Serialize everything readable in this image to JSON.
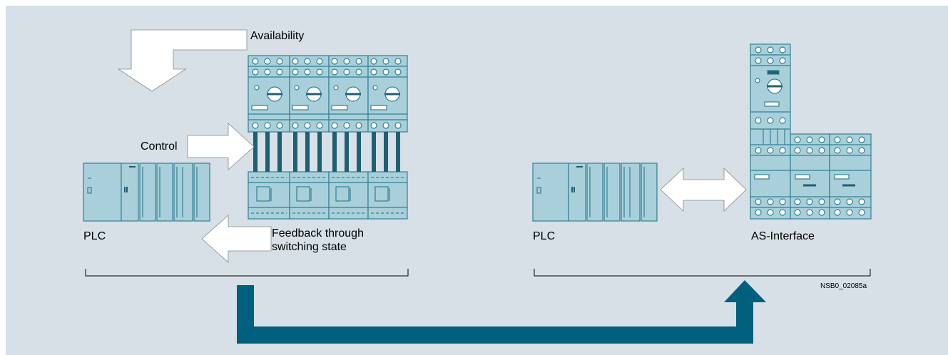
{
  "labels": {
    "availability": "Availability",
    "control": "Control",
    "plc_left": "PLC",
    "feedback_line1": "Feedback through",
    "feedback_line2": "switching state",
    "plc_right": "PLC",
    "as_interface": "AS-Interface",
    "figure_ref": "NSB0_02085a"
  },
  "colors": {
    "background": "#d6e0e6",
    "device_fill": "#a9d0da",
    "device_stroke": "#2f7f93",
    "device_dark": "#1f5f73",
    "big_arrow": "#005f7d",
    "white_arrow": "#ffffff"
  }
}
